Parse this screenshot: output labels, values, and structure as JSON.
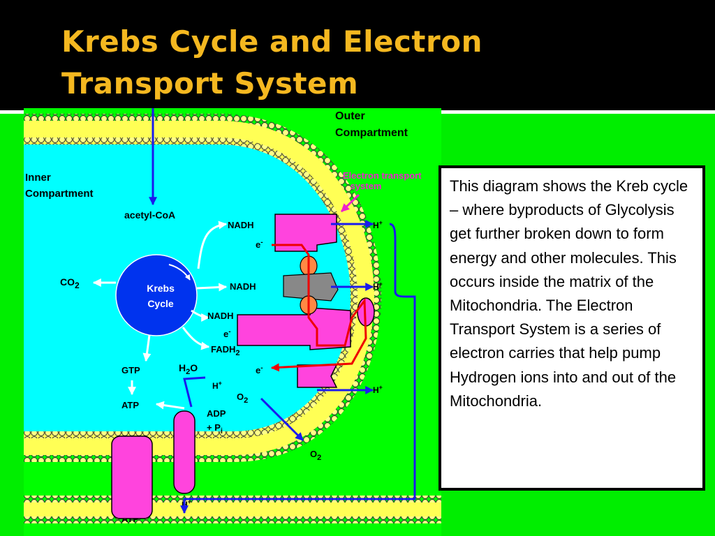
{
  "slide": {
    "title": "Krebs Cycle and Electron Transport System",
    "description": "This diagram shows the Kreb cycle – where byproducts of Glycolysis get further broken down to form energy and other molecules. This occurs inside the matrix of the Mitochondria. The Electron Transport System  is a series of electron carries that help pump Hydrogen ions into and out of the Mitochondria."
  },
  "diagram": {
    "outer_compartment": [
      "Outer",
      "Compartment"
    ],
    "inner_compartment": [
      "Inner",
      "Compartment"
    ],
    "ets_label": [
      "Electron transport",
      "system"
    ],
    "krebs": [
      "Krebs",
      "Cycle"
    ],
    "acetyl_coa": "acetyl-CoA",
    "co2": "CO",
    "co2_sub": "2",
    "nadh": "NADH",
    "fadh": "FADH",
    "fadh_sub": "2",
    "electron": "e",
    "electron_sup": "-",
    "hplus": "H",
    "hplus_sup": "+",
    "gtp": "GTP",
    "atp": "ATP",
    "h2o": "H",
    "h2o_sub": "2",
    "h2o_o": "O",
    "o2": "O",
    "o2_sub": "2",
    "adp": "ADP",
    "pi_plus": "+ P",
    "pi_sub": "i"
  },
  "colors": {
    "title": "#f5b820",
    "background_green": "#00ee00",
    "matrix": "#00ffff",
    "membrane_yellow": "#ffff66",
    "protein_magenta": "#ff44dd",
    "krebs_blue": "#0033ee",
    "arrow_blue": "#1a1aee",
    "electron_red": "#ee0000",
    "ets_label_magenta": "#ee22cc"
  }
}
